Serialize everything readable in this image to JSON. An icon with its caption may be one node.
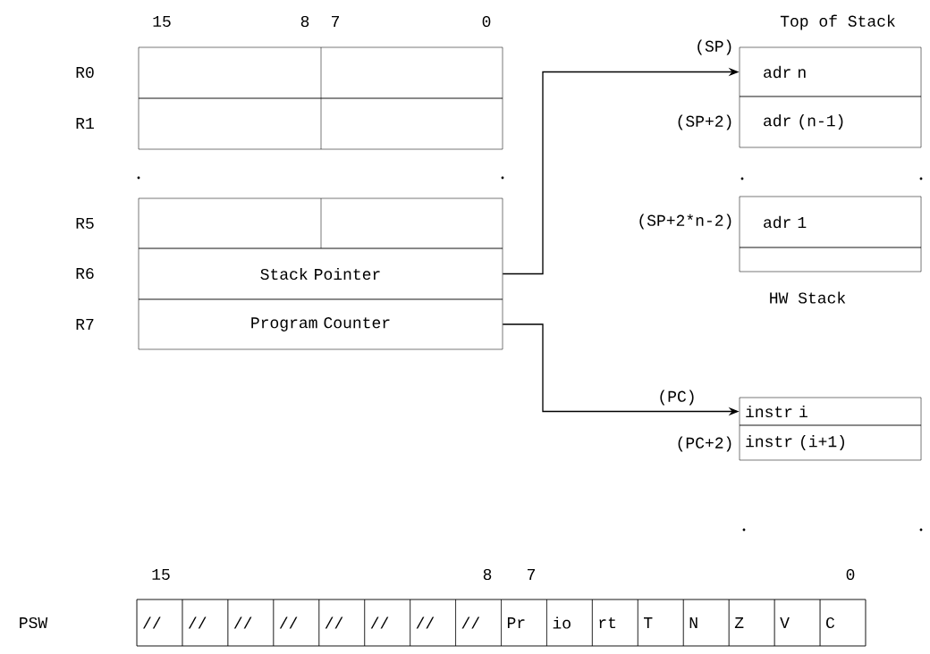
{
  "diagram": {
    "nodes": [
      {
        "text": [],
        "shape": "box",
        "beside": [
          "R0"
        ]
      },
      {
        "text": [],
        "shape": "box",
        "beside": [
          "R1"
        ]
      },
      {
        "text": [],
        "shape": "box",
        "beside": [
          "R5"
        ]
      },
      {
        "text": [
          "Stack Pointer"
        ],
        "beside": [
          "R6"
        ]
      },
      {
        "text": [
          "Program Counter"
        ],
        "beside": [
          "R7"
        ]
      },
      {
        "text": [
          "adr n"
        ],
        "beside": [
          "(SP)"
        ]
      },
      {
        "text": [
          "adr (n-1)"
        ],
        "beside": [
          "(SP+2)"
        ]
      },
      {
        "text": [
          "adr 1"
        ],
        "beside": [
          "(SP+2*n-2)"
        ]
      },
      {
        "text": [],
        "shape": "box"
      },
      {
        "text": [
          "instr i"
        ],
        "beside": [
          "(PC)"
        ]
      },
      {
        "text": [
          "instr (i+1)"
        ],
        "beside": [
          "(PC+2)"
        ]
      },
      {
        "text": [],
        "shape": "box"
      },
      {
        "text": [
          "//"
        ],
        "in": 11
      },
      {
        "text": [
          "//"
        ],
        "in": 11
      },
      {
        "text": [
          "//"
        ],
        "in": 11
      },
      {
        "text": [
          "//"
        ],
        "in": 11
      },
      {
        "text": [
          "//"
        ],
        "in": 11
      },
      {
        "text": [
          "//"
        ],
        "in": 11
      },
      {
        "text": [
          "//"
        ],
        "in": 11
      },
      {
        "text": [
          "//"
        ],
        "in": 11
      },
      {
        "text": [
          "Pr"
        ],
        "in": 11
      },
      {
        "text": [
          "io"
        ],
        "in": 11
      },
      {
        "text": [
          "rt"
        ],
        "in": 11
      },
      {
        "text": [
          "T"
        ],
        "in": 11
      },
      {
        "text": [
          "N"
        ],
        "in": 11
      },
      {
        "text": [
          "Z"
        ],
        "in": 11
      },
      {
        "text": [
          "V"
        ],
        "in": 11
      },
      {
        "text": [
          "C"
        ],
        "in": 11
      }
    ],
    "edges": [
      {
        "from": 3,
        "to": 5,
        "arrow": "to"
      },
      {
        "from": 4,
        "to": 9,
        "arrow": "to"
      }
    ],
    "labels": [
      "15",
      "8",
      "7",
      "0",
      "Top of Stack",
      "HW Stack",
      "15",
      "8",
      "7",
      "0",
      "PSW"
    ]
  }
}
